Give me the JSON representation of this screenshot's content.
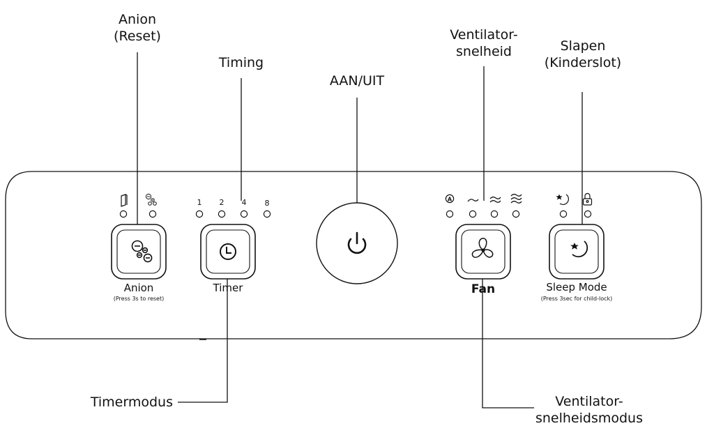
{
  "callouts": {
    "anion": [
      "Anion",
      "(Reset)"
    ],
    "timing": [
      "Timing"
    ],
    "power": [
      "AAN/UIT"
    ],
    "fan_speed": [
      "Ventilator-",
      "snelheid"
    ],
    "sleep": [
      "Slapen",
      "(Kinderslot)"
    ],
    "timer_mode": [
      "Timermodus"
    ],
    "fan_mode": [
      "Ventilator-",
      "snelheidsmodus"
    ]
  },
  "buttons": {
    "anion": {
      "label": "Anion",
      "sub": "(Press 3s to reset)",
      "icon": "anion-icon"
    },
    "timer": {
      "label": "Timer",
      "icon": "clock-icon"
    },
    "power": {
      "icon": "power-icon"
    },
    "fan": {
      "label": "Fan",
      "icon": "fan-icon"
    },
    "sleep": {
      "label": "Sleep Mode",
      "sub": "(Press 3sec for child-lock)",
      "icon": "moon-star-icon"
    }
  },
  "timer_hours": [
    "1",
    "2",
    "4",
    "8"
  ],
  "fan_speed_indicators": [
    "auto-icon",
    "speed-low-icon",
    "speed-mid-icon",
    "speed-high-icon"
  ],
  "anion_indicators": [
    "filter-icon",
    "anion-small-icon"
  ],
  "sleep_indicators": [
    "moon-star-small-icon",
    "lock-icon"
  ],
  "colors": {
    "line": "#111111",
    "background": "#ffffff"
  }
}
